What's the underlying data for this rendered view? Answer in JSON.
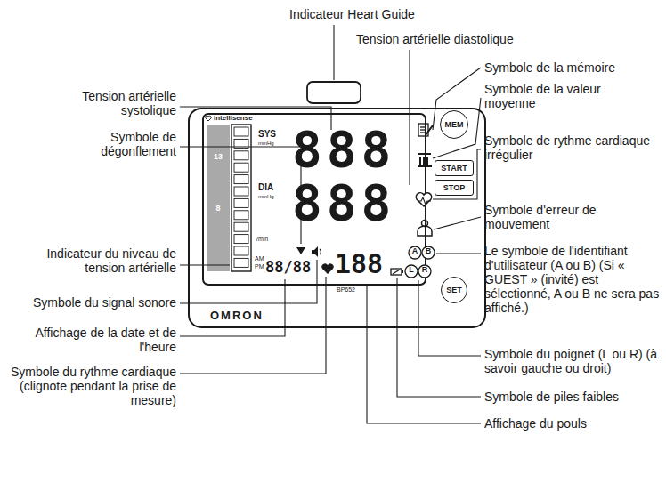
{
  "diagram": {
    "nodes": [
      {
        "text": [
          "MEM"
        ]
      },
      {
        "text": [
          "START"
        ]
      },
      {
        "text": [
          "STOP"
        ]
      },
      {
        "text": [
          "SET"
        ]
      }
    ],
    "labels": [
      "Indicateur Heart Guide",
      "Tension artérielle diastolique",
      "Symbole de la mémoire",
      "Symbole de la valeur moyenne",
      "Tension artérielle systolique",
      "Symbole de dégonflement",
      "Symbole de rythme cardiaque irrégulier",
      "Symbole d'erreur de mouvement",
      "Indicateur du niveau de tension artérielle",
      "Le symbole de l'identifiant d'utilisateur (A ou B) (Si « GUEST » (invité) est sélectionné, A ou B ne sera pas affiché.)",
      "Symbole du signal sonore",
      "Affichage de la date et de l'heure",
      "Symbole du poignet (L ou R) (à savoir gauche ou droit)",
      "Symbole du rythme cardiaque (clignote pendant la prise de mesure)",
      "Symbole de piles faibles",
      "Affichage du pouls",
      "Intellisense",
      "SYS",
      "mmHg",
      "888",
      "DIA",
      "mmHg",
      "888",
      "13",
      "8",
      "/min",
      "AM",
      "PM",
      "88/88",
      "188",
      "A",
      "B",
      "L",
      "R",
      "BP652",
      "OMRON"
    ]
  }
}
